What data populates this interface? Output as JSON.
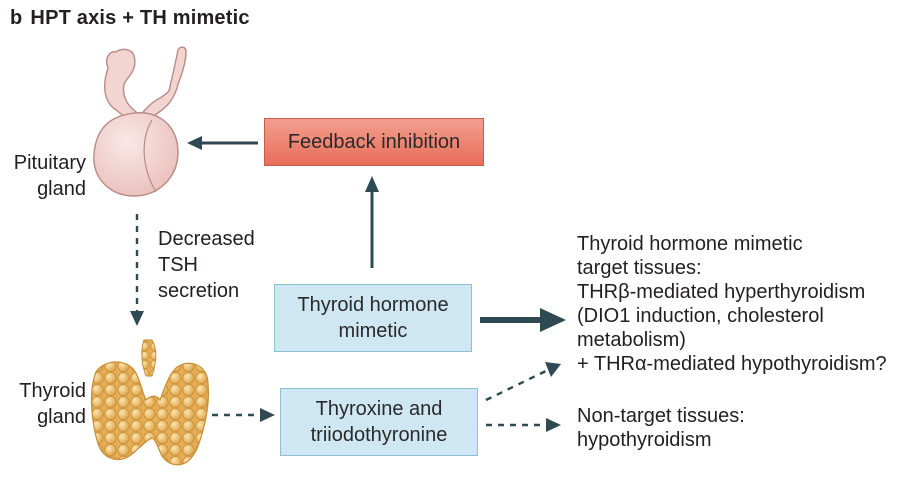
{
  "panel": {
    "letter": "b",
    "title": "HPT axis + TH mimetic"
  },
  "pituitary": {
    "label_line1": "Pituitary",
    "label_line2": "gland"
  },
  "thyroid": {
    "label_line1": "Thyroid",
    "label_line2": "gland"
  },
  "tsh": {
    "line1": "Decreased",
    "line2": "TSH",
    "line3": "secretion"
  },
  "boxes": {
    "feedback": "Feedback inhibition",
    "mimetic_line1": "Thyroid hormone",
    "mimetic_line2": "mimetic",
    "thyroxine_line1": "Thyroxine and",
    "thyroxine_line2": "triiodothyronine"
  },
  "target": {
    "line1": "Thyroid hormone mimetic",
    "line2": "target tissues:",
    "line3": "THRβ-mediated hyperthyroidism",
    "line4": "(DIO1 induction, cholesterol",
    "line5": "metabolism)",
    "line6": "+ THRα-mediated hypothyroidism?"
  },
  "nontarget": {
    "line1": "Non-target tissues:",
    "line2": "hypothyroidism"
  },
  "colors": {
    "arrow": "#2f4a52",
    "feedback_box": "#ec7b68",
    "blue_box": "#cfe7f3",
    "pituitary": "#f2d4d1",
    "thyroid": "#f0c570"
  }
}
